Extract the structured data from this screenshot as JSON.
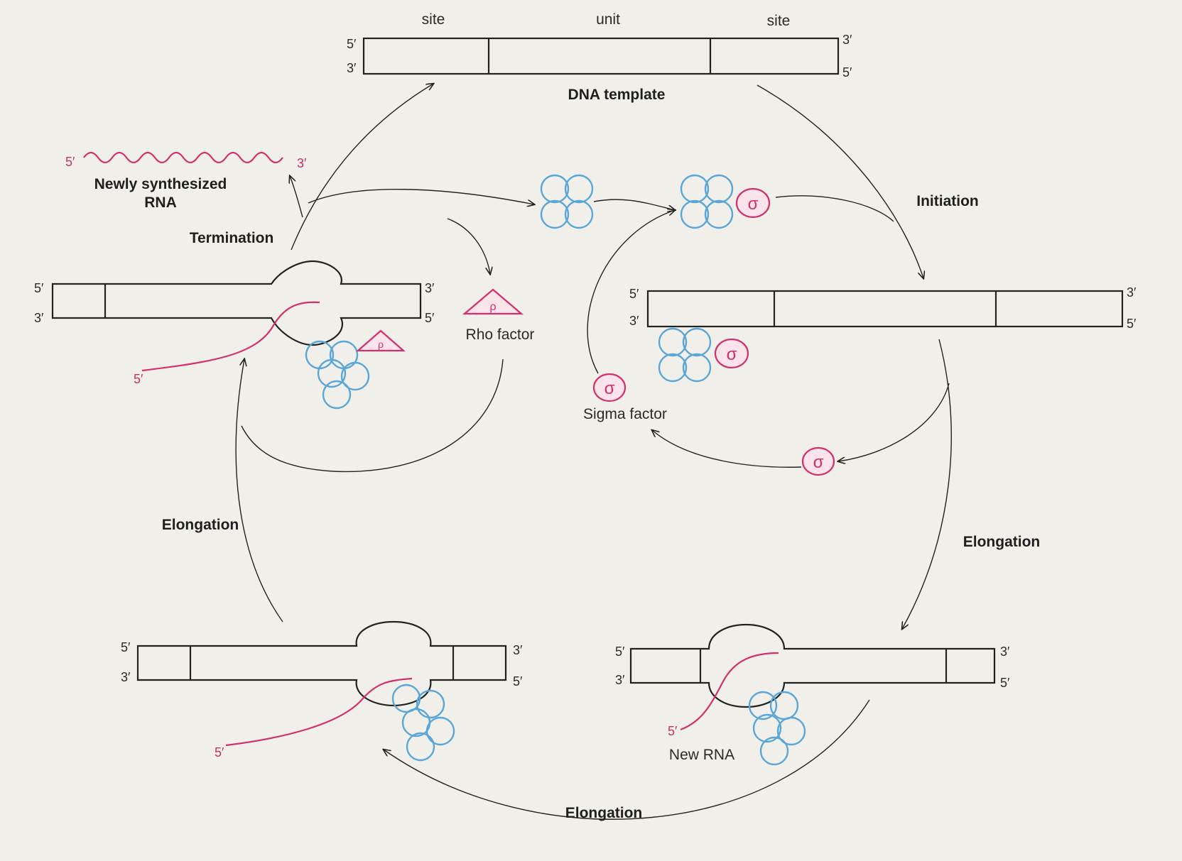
{
  "labels": {
    "top_site_left": "site",
    "top_unit": "unit",
    "top_site_right": "site",
    "dna_template": "DNA template",
    "newly_synth_line1": "Newly synthesized",
    "newly_synth_line2": "RNA",
    "termination": "Termination",
    "initiation": "Initiation",
    "rho_factor": "Rho factor",
    "sigma_factor": "Sigma factor",
    "elongation_left": "Elongation",
    "elongation_right": "Elongation",
    "elongation_bottom": "Elongation",
    "new_rna": "New RNA"
  },
  "symbols": {
    "sigma": "σ",
    "rho": "ρ"
  },
  "ends": {
    "five": "5′",
    "three": "3′"
  },
  "colors": {
    "rna": "#d0306e",
    "polymerase": "#5aa6d6",
    "dna": "#222222",
    "background": "#f1efe9"
  }
}
